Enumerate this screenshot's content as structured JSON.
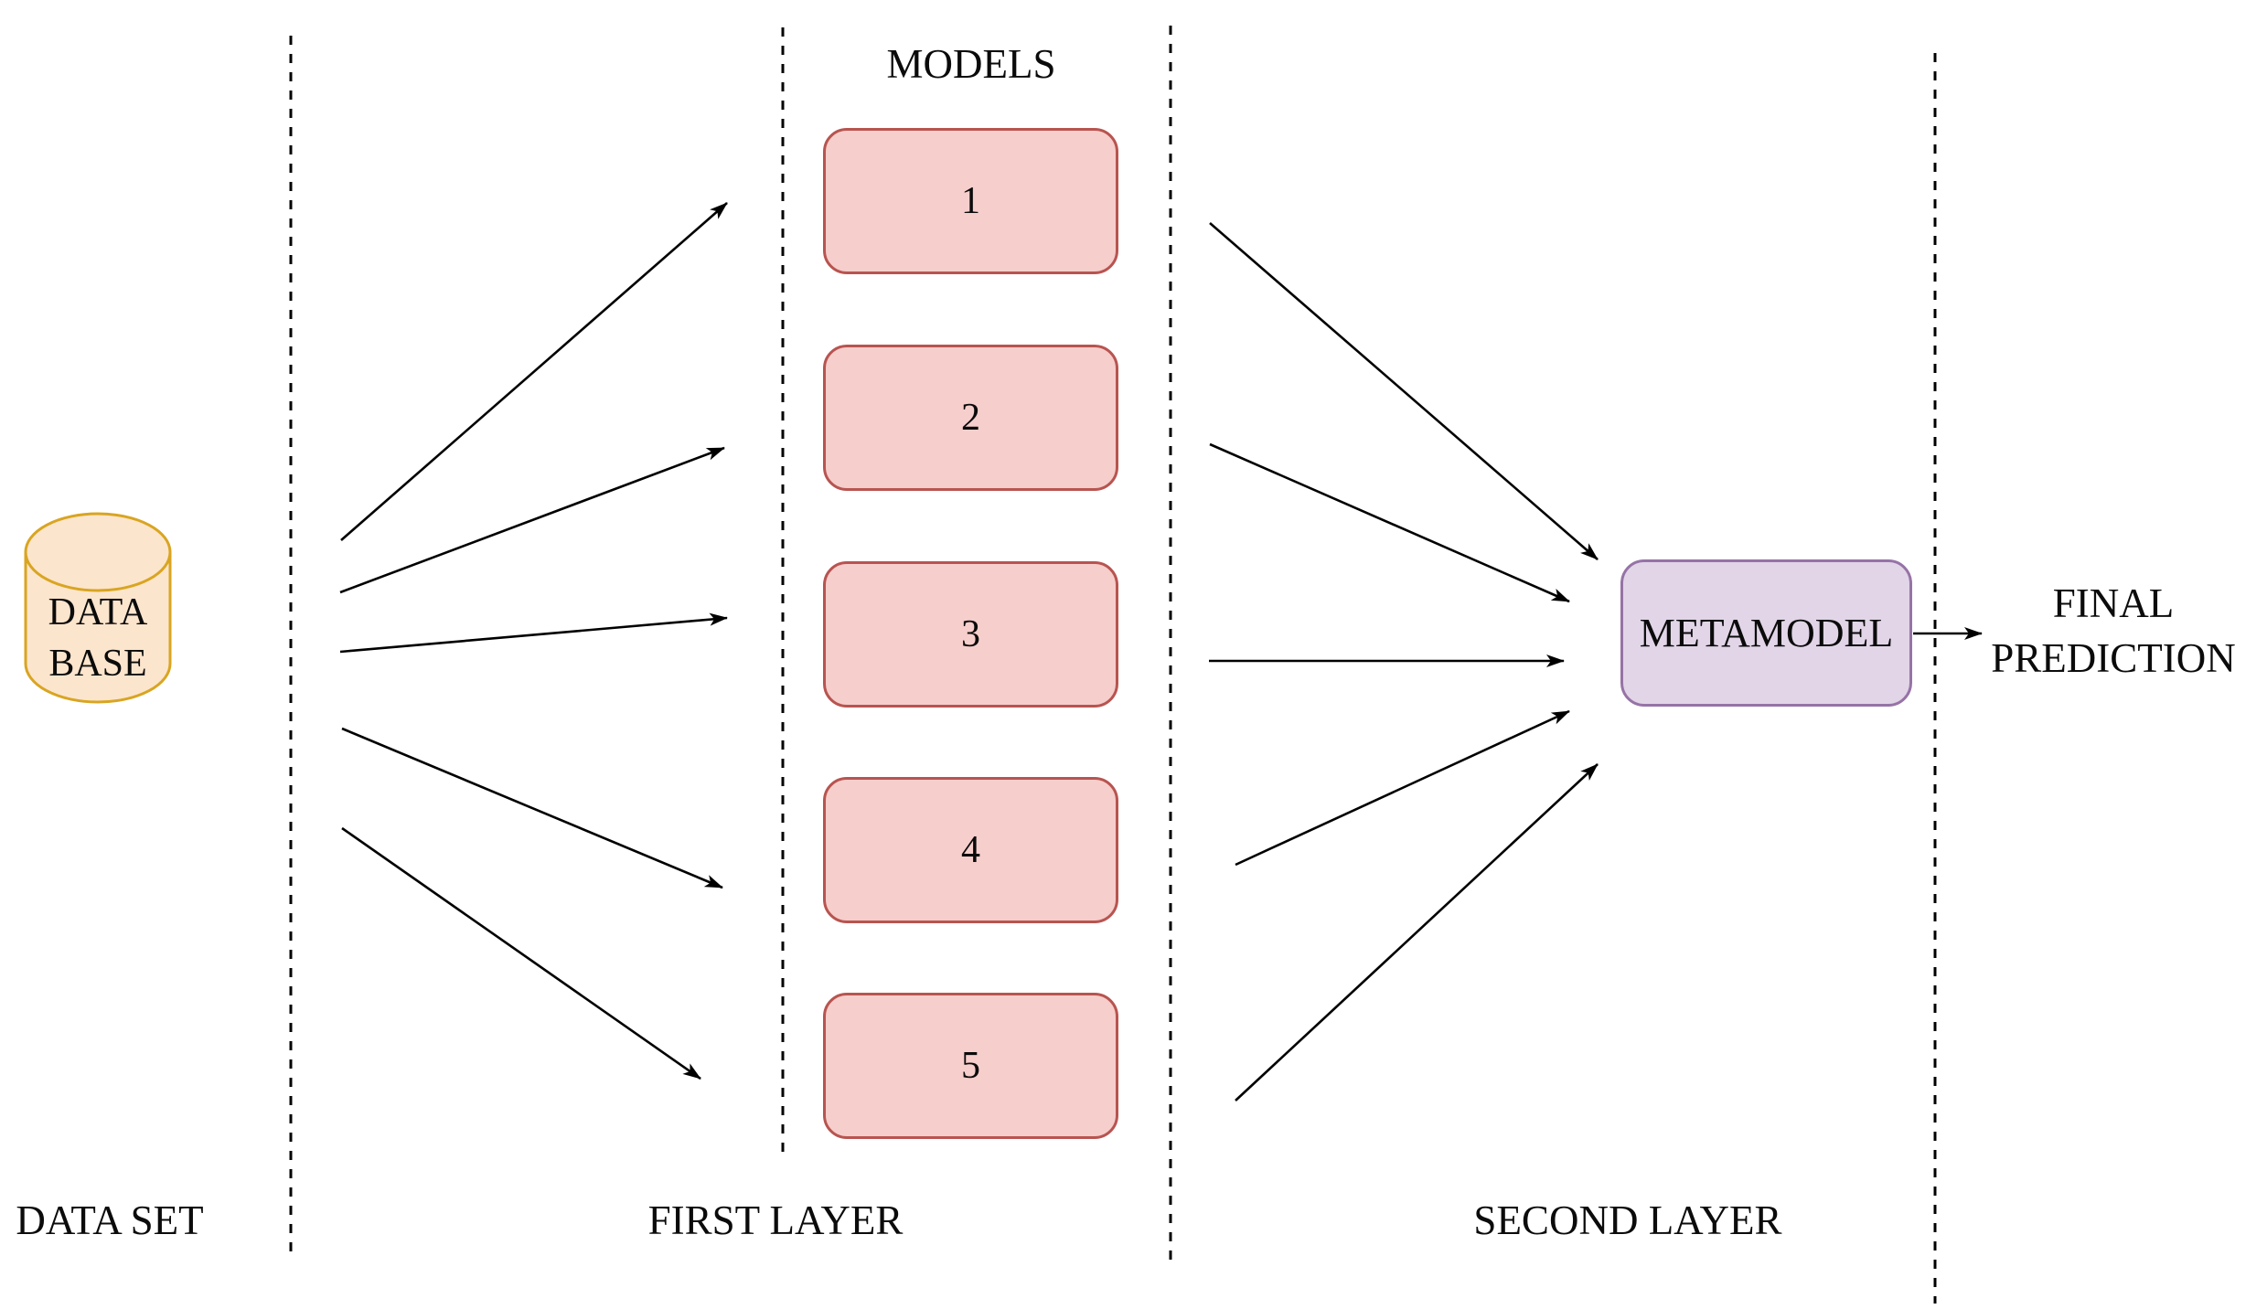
{
  "title_models": "MODELS",
  "database": {
    "line1": "DATA",
    "line2": "BASE"
  },
  "models": [
    {
      "label": "1"
    },
    {
      "label": "2"
    },
    {
      "label": "3"
    },
    {
      "label": "4"
    },
    {
      "label": "5"
    }
  ],
  "metamodel": {
    "label": "METAMODEL"
  },
  "final_prediction": {
    "line1": "FINAL",
    "line2": "PREDICTION"
  },
  "sections": {
    "data_set": "DATA SET",
    "first_layer": "FIRST LAYER",
    "second_layer": "SECOND LAYER"
  },
  "colors": {
    "model_fill": "#F6CECB",
    "model_stroke": "#B85450",
    "metamodel_fill": "#E1D5E7",
    "metamodel_stroke": "#9673A6",
    "database_fill": "#FCE5CD",
    "database_stroke": "#D9A521",
    "line": "#000000"
  }
}
